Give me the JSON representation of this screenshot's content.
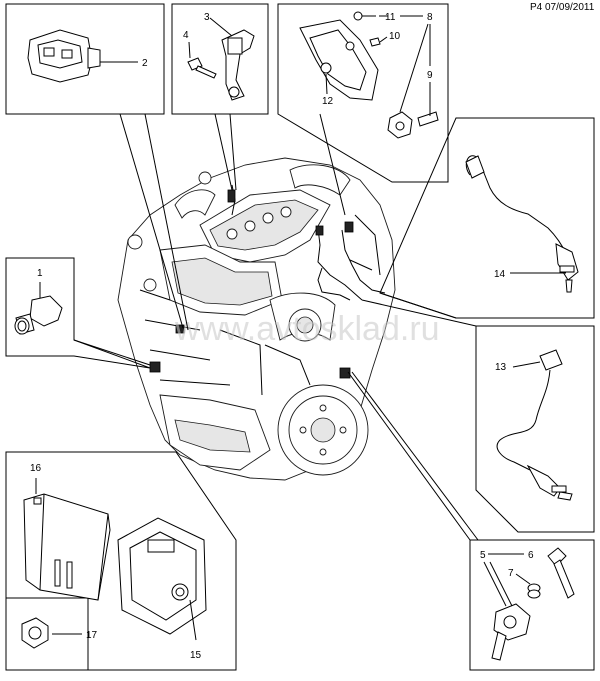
{
  "header": {
    "page": "P4",
    "date": "07/09/2011"
  },
  "watermark": "www.avtosklad.ru",
  "callouts": {
    "c1": "1",
    "c2": "2",
    "c3": "3",
    "c4": "4",
    "c5": "5",
    "c6": "6",
    "c7": "7",
    "c8": "8",
    "c9": "9",
    "c10": "10",
    "c11": "11",
    "c12": "12",
    "c13": "13",
    "c14": "14",
    "c15": "15",
    "c16": "16",
    "c17": "17"
  }
}
